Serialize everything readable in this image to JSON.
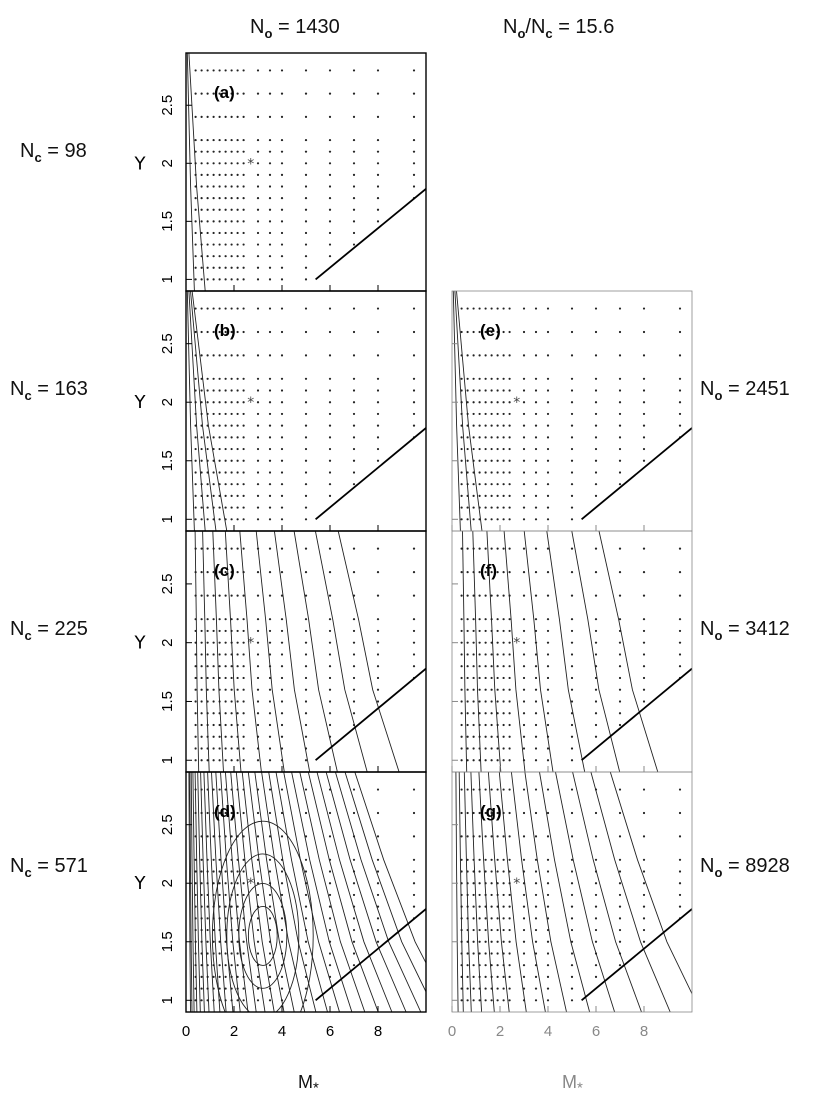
{
  "headers": {
    "left_main": "N",
    "left_sub": "o",
    "left_rest": " = 1430",
    "right_main": "N",
    "right_sub1": "o",
    "right_mid": "/N",
    "right_sub2": "c",
    "right_rest": " = 15.6"
  },
  "row_labels_left": [
    {
      "main": "N",
      "sub": "c",
      "rest": " = 98"
    },
    {
      "main": "N",
      "sub": "c",
      "rest": " = 163"
    },
    {
      "main": "N",
      "sub": "c",
      "rest": " = 225"
    },
    {
      "main": "N",
      "sub": "c",
      "rest": " = 571"
    }
  ],
  "row_labels_right": [
    {
      "main": "N",
      "sub": "o",
      "rest": " = 2451"
    },
    {
      "main": "N",
      "sub": "o",
      "rest": " = 3412"
    },
    {
      "main": "N",
      "sub": "o",
      "rest": " = 8928"
    }
  ],
  "axes": {
    "xlabel": "M",
    "xlabel_sub": "*",
    "ylabel": "Υ",
    "x_ticks": [
      "0",
      "2",
      "4",
      "6",
      "8"
    ],
    "y_ticks": [
      "1",
      "1.5",
      "2",
      "2.5"
    ]
  },
  "chart_data": [
    {
      "type": "scatter",
      "panel": "(a)",
      "xlim": [
        0,
        10
      ],
      "ylim": [
        0.9,
        2.95
      ],
      "marker": {
        "x": 2.7,
        "y": 2.0
      },
      "boundary_line": [
        [
          5.4,
          1.0
        ],
        [
          10,
          1.78
        ]
      ],
      "contour_levels": 2
    },
    {
      "type": "scatter",
      "panel": "(b)",
      "xlim": [
        0,
        10
      ],
      "ylim": [
        0.9,
        2.95
      ],
      "marker": {
        "x": 2.7,
        "y": 2.0
      },
      "boundary_line": [
        [
          5.4,
          1.0
        ],
        [
          10,
          1.78
        ]
      ],
      "contour_levels": 4
    },
    {
      "type": "scatter",
      "panel": "(c)",
      "xlim": [
        0,
        10
      ],
      "ylim": [
        0.9,
        2.95
      ],
      "marker": {
        "x": 2.7,
        "y": 2.0
      },
      "boundary_line": [
        [
          5.4,
          1.0
        ],
        [
          10,
          1.78
        ]
      ],
      "contour_levels": 10
    },
    {
      "type": "scatter",
      "panel": "(d)",
      "xlim": [
        0,
        10
      ],
      "ylim": [
        0.9,
        2.95
      ],
      "marker": {
        "x": 2.7,
        "y": 2.0
      },
      "boundary_line": [
        [
          5.4,
          1.0
        ],
        [
          10,
          1.78
        ]
      ],
      "contour_levels": 30
    },
    {
      "type": "scatter",
      "panel": "(e)",
      "xlim": [
        0,
        10
      ],
      "ylim": [
        0.9,
        2.95
      ],
      "marker": {
        "x": 2.7,
        "y": 2.0
      },
      "boundary_line": [
        [
          5.4,
          1.0
        ],
        [
          10,
          1.78
        ]
      ],
      "contour_levels": 3
    },
    {
      "type": "scatter",
      "panel": "(f)",
      "xlim": [
        0,
        10
      ],
      "ylim": [
        0.9,
        2.95
      ],
      "marker": {
        "x": 2.7,
        "y": 2.0
      },
      "boundary_line": [
        [
          5.4,
          1.0
        ],
        [
          10,
          1.78
        ]
      ],
      "contour_levels": 8
    },
    {
      "type": "scatter",
      "panel": "(g)",
      "xlim": [
        0,
        10
      ],
      "ylim": [
        0.9,
        2.95
      ],
      "marker": {
        "x": 2.7,
        "y": 2.0
      },
      "boundary_line": [
        [
          5.4,
          1.0
        ],
        [
          10,
          1.78
        ]
      ],
      "contour_levels": 14
    }
  ]
}
